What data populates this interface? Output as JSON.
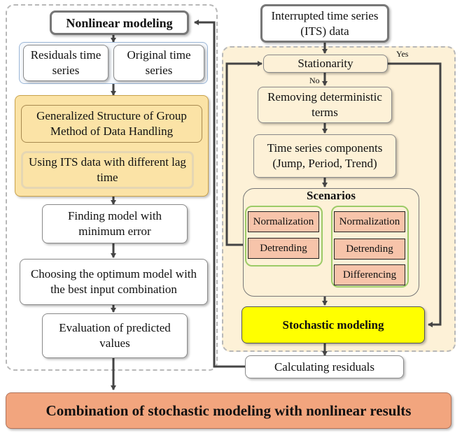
{
  "left": {
    "nonlinear_modeling": "Nonlinear modeling",
    "residuals_time_series": "Residuals time series",
    "original_time_series": "Original time series",
    "gsgmdh": "Generalized Structure of Group Method of Data Handling",
    "using_its": "Using ITS data with different lag time",
    "finding_model": "Finding model with minimum error",
    "choosing_model": "Choosing the optimum model with the best input combination",
    "evaluation": "Evaluation of predicted values"
  },
  "right": {
    "its_data": "Interrupted time series (ITS) data",
    "stationarity": "Stationarity",
    "yes_label": "Yes",
    "no_label": "No",
    "removing": "Removing deterministic terms",
    "components": "Time series components (Jump, Period, Trend)",
    "scenarios_title": "Scenarios",
    "scenario1": [
      "Normalization",
      "Detrending"
    ],
    "scenario2": [
      "Normalization",
      "Detrending",
      "Differencing"
    ],
    "stochastic": "Stochastic modeling",
    "calculating": "Calculating residuals"
  },
  "final": "Combination of stochastic modeling with nonlinear results",
  "colors": {
    "yellow_fill": "#fbe3a6",
    "stochastic_fill": "#ffff00",
    "scenario_item_fill": "#f7c4aa",
    "final_fill": "#f2a57e",
    "green_border": "#9ccb67",
    "blue_border": "#9bb6d6"
  }
}
